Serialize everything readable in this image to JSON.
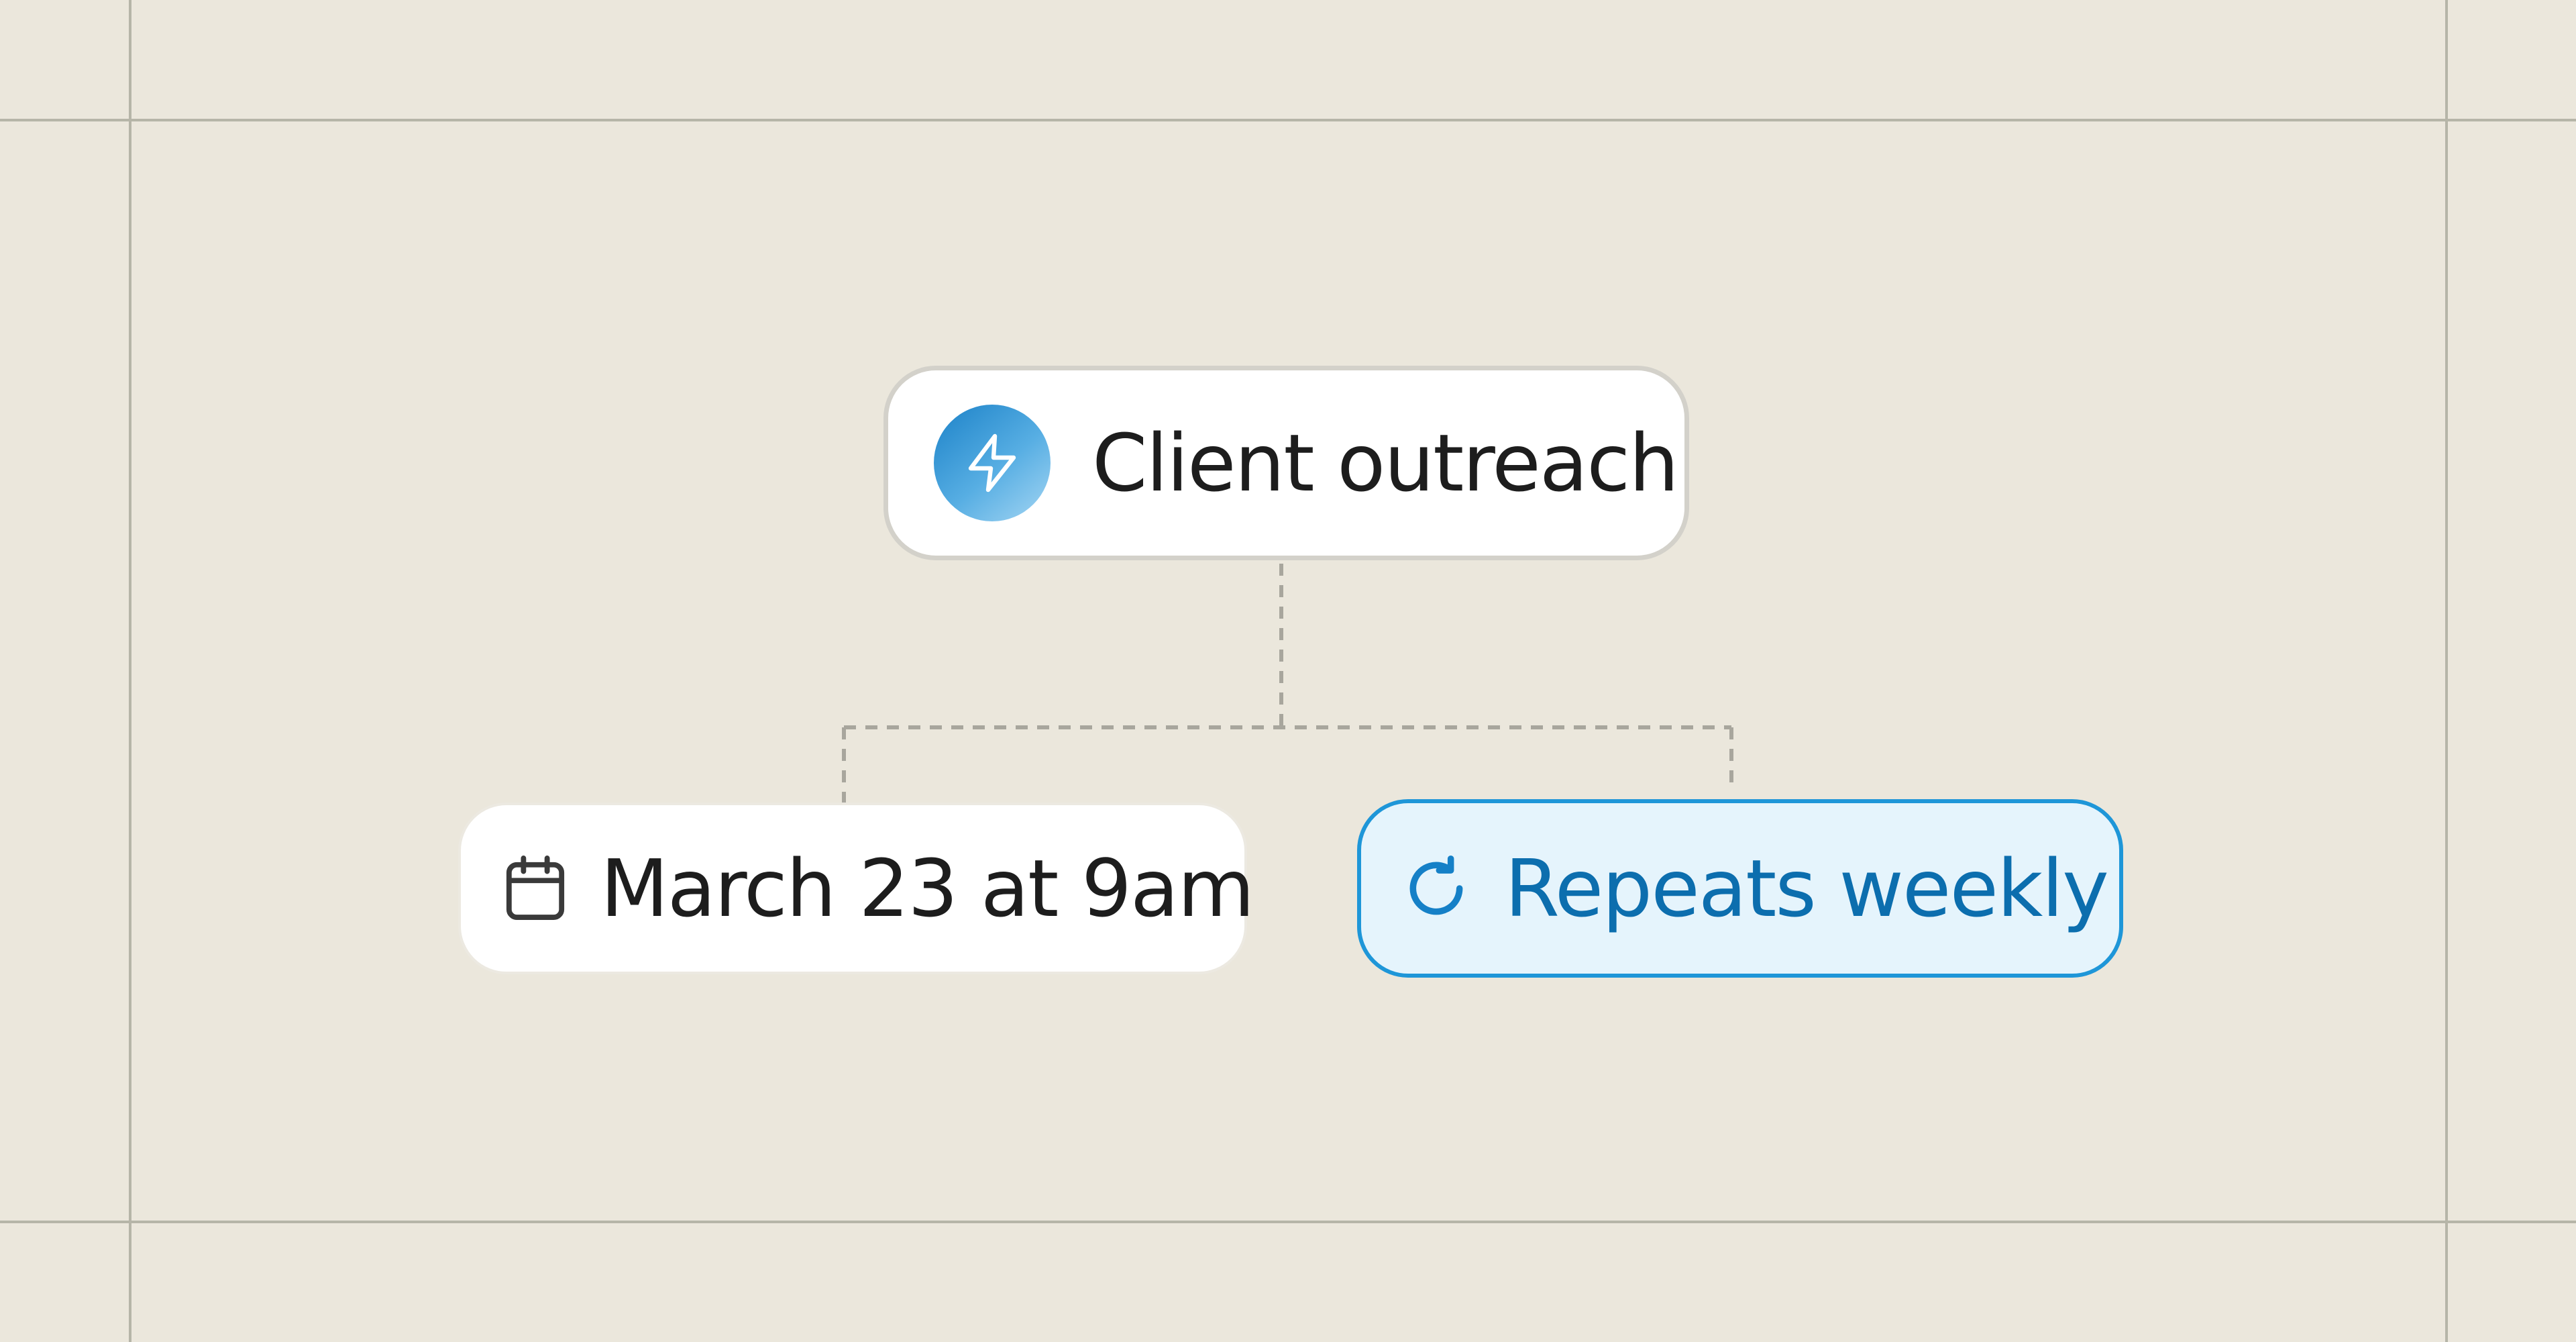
{
  "nodes": {
    "root": {
      "label": "Client outreach",
      "icon": "lightning-bolt-icon"
    },
    "schedule": {
      "label": "March 23 at 9am",
      "icon": "calendar-icon"
    },
    "recurrence": {
      "label": "Repeats weekly",
      "icon": "refresh-icon"
    }
  },
  "colors": {
    "background": "#EBE7DC",
    "guide_lines": "#B6B5A8",
    "connector": "#A8A69D",
    "accent": "#1E96D8",
    "accent_text": "#0C6EAE",
    "accent_fill": "#E5F4FC"
  }
}
